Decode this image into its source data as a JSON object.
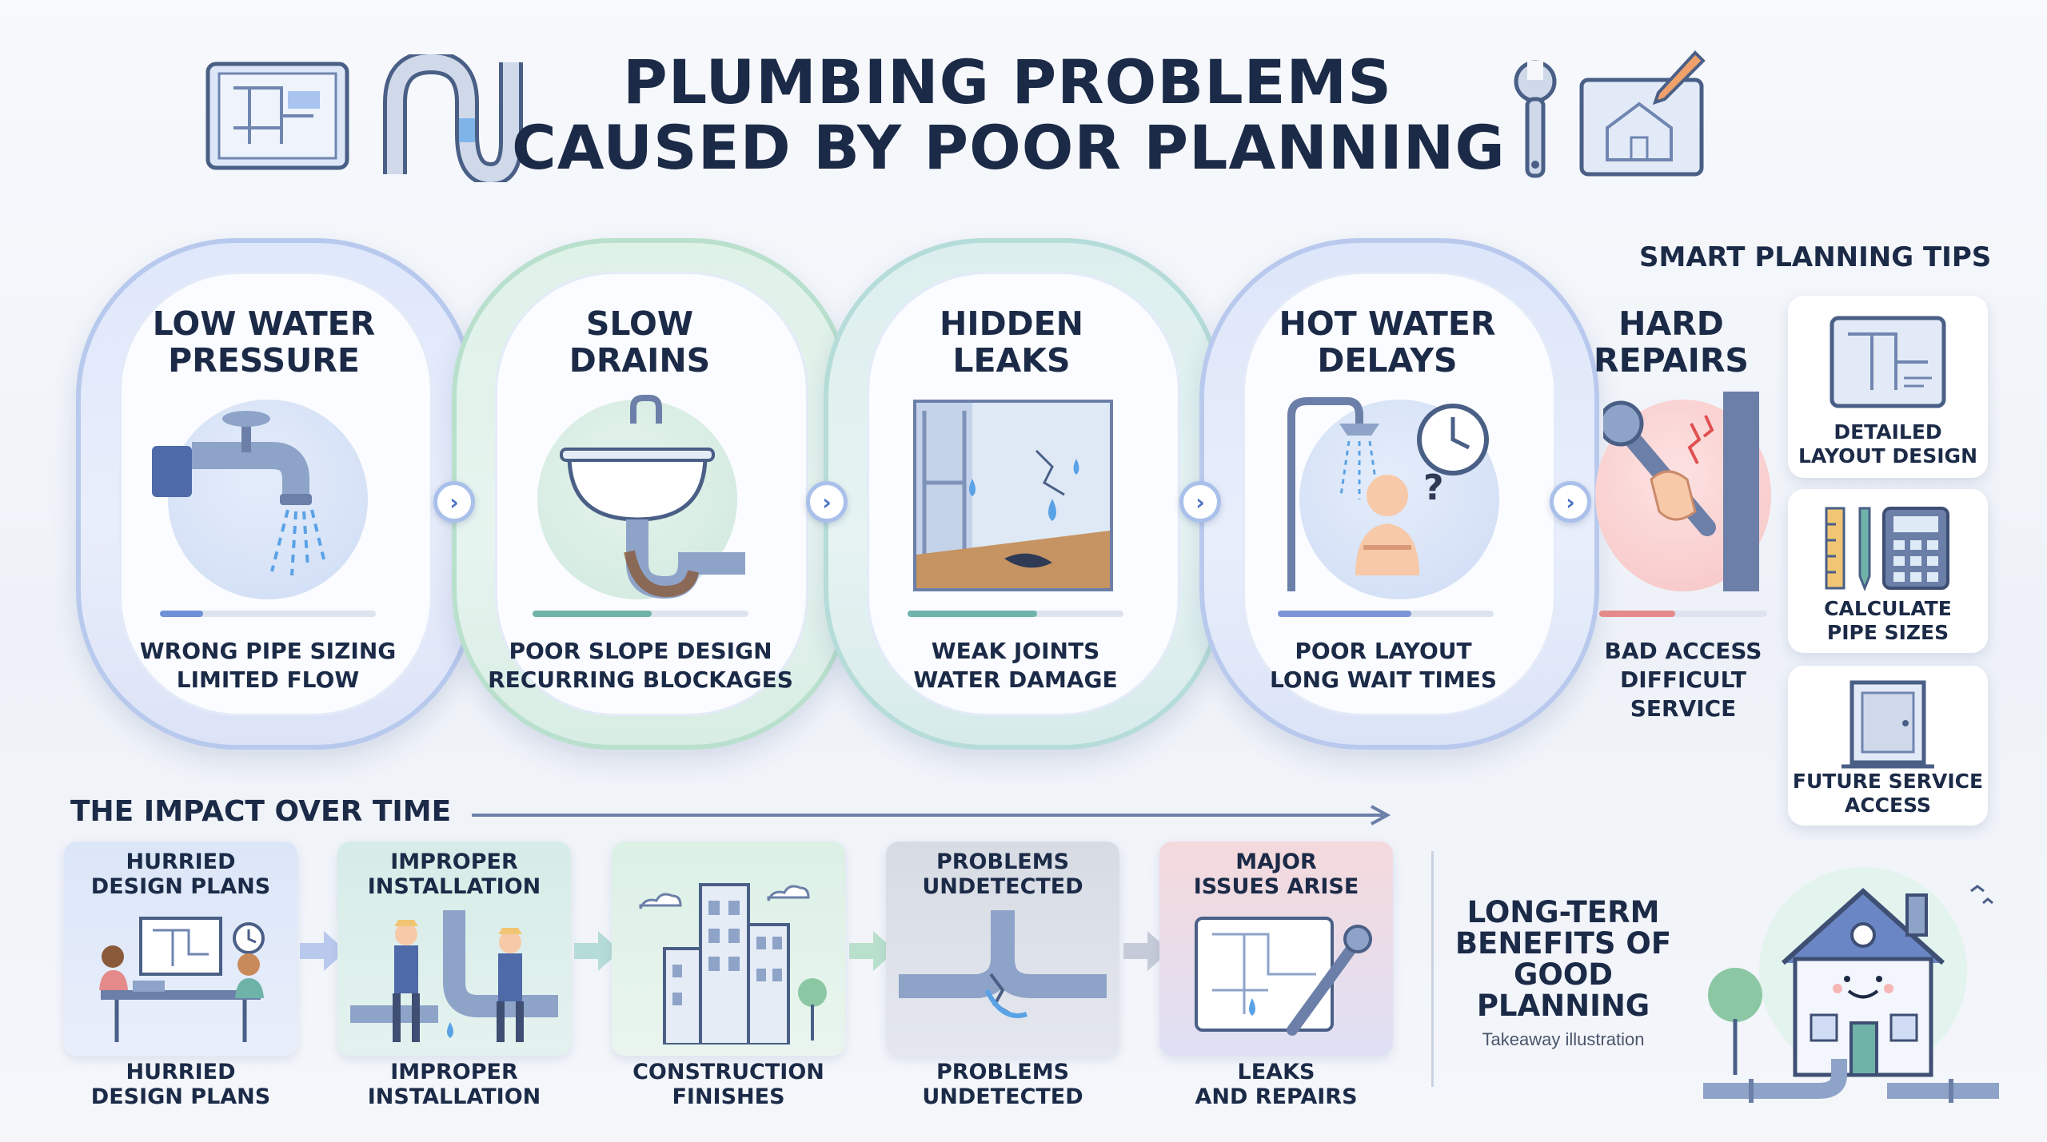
{
  "header": {
    "title_line1": "PLUMBING PROBLEMS",
    "title_line2": "CAUSED BY POOR PLANNING"
  },
  "problems": [
    {
      "title_line1": "LOW WATER",
      "title_line2": "PRESSURE",
      "sub_line1": "WRONG PIPE SIZING",
      "sub_line2": "LIMITED FLOW",
      "icon": "faucet-icon",
      "accent": "#6f8fd6",
      "progress": 0.2
    },
    {
      "title_line1": "SLOW",
      "title_line2": "DRAINS",
      "sub_line1": "POOR SLOPE DESIGN",
      "sub_line2": "RECURRING BLOCKAGES",
      "icon": "sink-clog-icon",
      "accent": "#6fb3a8",
      "progress": 0.55
    },
    {
      "title_line1": "HIDDEN",
      "title_line2": "LEAKS",
      "sub_line1": "WEAK JOINTS",
      "sub_line2": "WATER DAMAGE",
      "icon": "leak-damage-icon",
      "accent": "#6fb3ad",
      "progress": 0.6
    },
    {
      "title_line1": "HOT WATER",
      "title_line2": "DELAYS",
      "sub_line1": "POOR LAYOUT",
      "sub_line2": "LONG WAIT TIMES",
      "icon": "shower-wait-icon",
      "accent": "#7b95d8",
      "progress": 0.62
    },
    {
      "title_line1": "HARD",
      "title_line2": "REPAIRS",
      "sub_line1": "BAD ACCESS",
      "sub_line2": "DIFFICULT",
      "sub_line3": "SERVICE",
      "icon": "wrench-wall-icon",
      "accent": "#e58a8a",
      "progress": 0.45
    }
  ],
  "tips": {
    "heading": "SMART PLANNING TIPS",
    "items": [
      {
        "line1": "DETAILED",
        "line2": "LAYOUT DESIGN",
        "icon": "blueprint-icon"
      },
      {
        "line1": "CALCULATE",
        "line2": "PIPE SIZES",
        "icon": "calculator-icon"
      },
      {
        "line1": "FUTURE SERVICE",
        "line2": "ACCESS",
        "icon": "access-panel-icon"
      }
    ]
  },
  "impact": {
    "title": "THE IMPACT OVER TIME",
    "stages": [
      {
        "top_line1": "HURRIED",
        "top_line2": "DESIGN PLANS",
        "bottom_line1": "HURRIED",
        "bottom_line2": "DESIGN PLANS",
        "icon": "planning-meeting-icon",
        "bg": "#dbe6f8"
      },
      {
        "top_line1": "IMPROPER",
        "top_line2": "INSTALLATION",
        "bottom_line1": "IMPROPER",
        "bottom_line2": "INSTALLATION",
        "icon": "plumbers-icon",
        "bg": "#d6ece8"
      },
      {
        "top_line1": "",
        "top_line2": "",
        "bottom_line1": "CONSTRUCTION",
        "bottom_line2": "FINISHES",
        "icon": "building-icon",
        "bg": "#dcf0e6"
      },
      {
        "top_line1": "PROBLEMS",
        "top_line2": "UNDETECTED",
        "bottom_line1": "PROBLEMS",
        "bottom_line2": "UNDETECTED",
        "icon": "cracked-pipe-icon",
        "bg": "#d7dbe3"
      },
      {
        "top_line1": "MAJOR",
        "top_line2": "ISSUES ARISE",
        "bottom_line1": "LEAKS",
        "bottom_line2": "AND REPAIRS",
        "icon": "plan-wrench-icon",
        "bg": "#f2dbe0"
      }
    ]
  },
  "benefits": {
    "line1": "LONG-TERM",
    "line2": "BENEFITS OF",
    "line3": "GOOD",
    "line4": "PLANNING",
    "caption": "Takeaway illustration",
    "icon": "happy-house-icon"
  }
}
